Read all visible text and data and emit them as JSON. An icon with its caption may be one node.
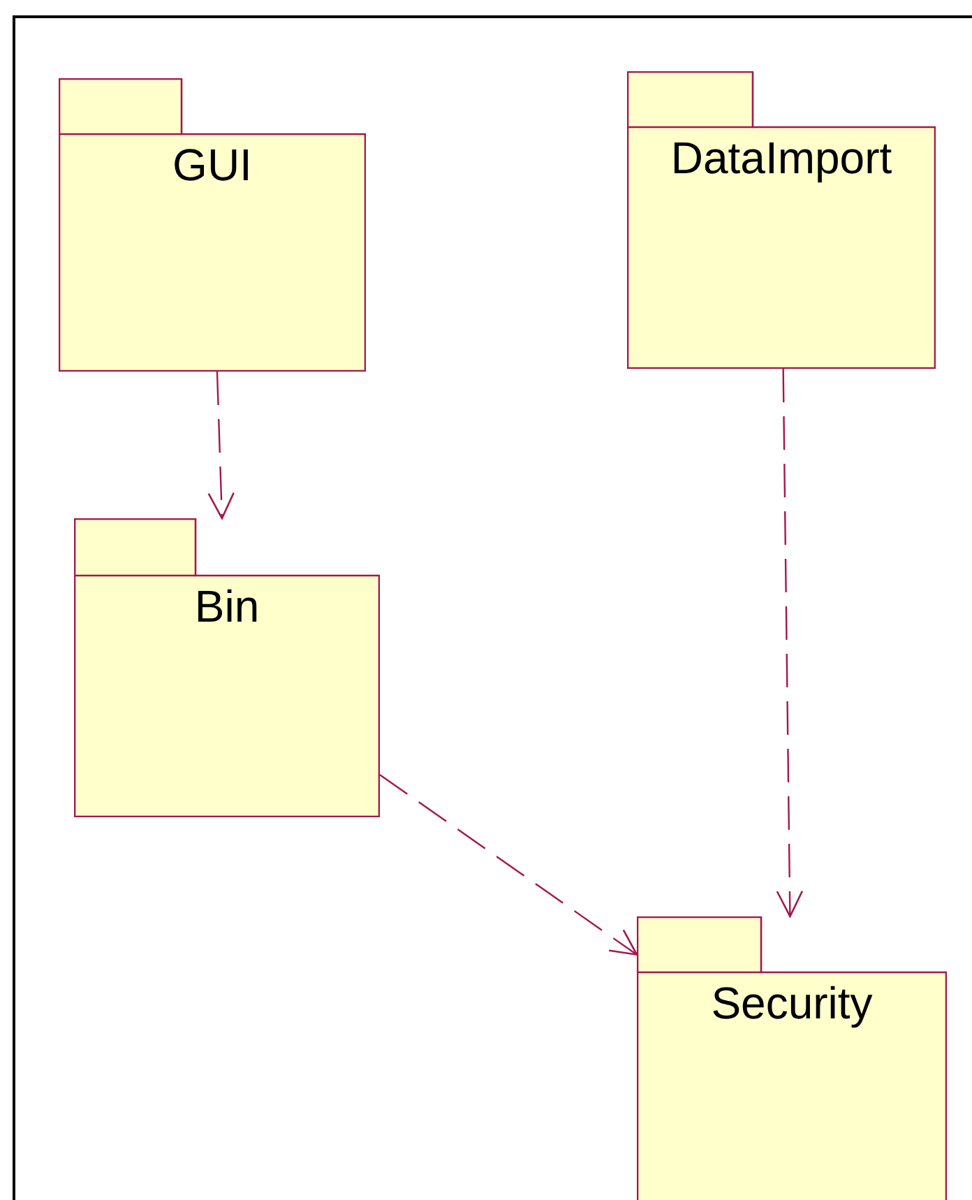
{
  "diagram": {
    "nodes": [
      {
        "text": [
          "GUI"
        ]
      },
      {
        "text": [
          "DataImport"
        ]
      },
      {
        "text": [
          "Bin"
        ]
      },
      {
        "text": [
          "Security"
        ]
      }
    ],
    "edges": [
      {
        "from": 0,
        "to": 2,
        "arrow": "to",
        "style": "dashed"
      },
      {
        "from": 1,
        "to": 3,
        "arrow": "to",
        "style": "dashed"
      },
      {
        "from": 2,
        "to": 3,
        "arrow": "to",
        "style": "dashed"
      }
    ]
  }
}
